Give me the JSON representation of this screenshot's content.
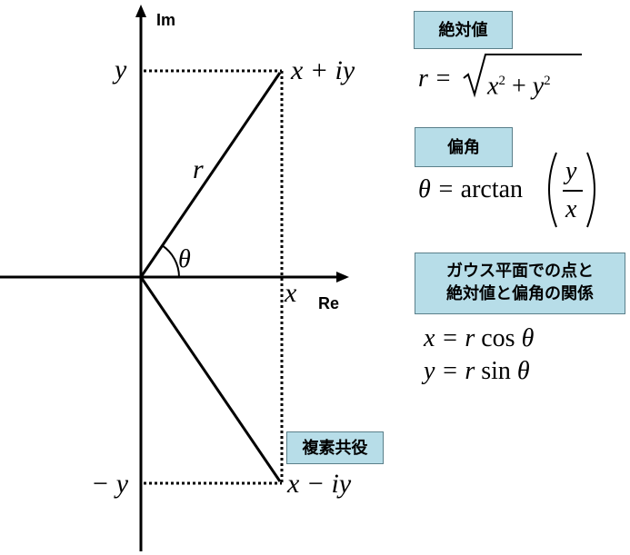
{
  "axes": {
    "real_label": "Re",
    "imag_label": "Im"
  },
  "labels": {
    "y_tick": "y",
    "neg_y_tick": "− y",
    "x_tick": "x",
    "point": "x + iy",
    "conjugate_point": "x − iy",
    "radius": "r",
    "angle": "θ"
  },
  "boxes": {
    "abs_value_title": "絶対値",
    "arg_title": "偏角",
    "gauss_plane_line1": "ガウス平面での点と",
    "gauss_plane_line2": "絶対値と偏角の関係",
    "conjugate_title": "複素共役"
  },
  "formulas": {
    "abs_lhs": "r = ",
    "abs_x": "x",
    "abs_plus": " + ",
    "abs_y": "y",
    "abs_exp": "2",
    "arg_lhs": "θ = ",
    "arg_func": "arctan",
    "arg_num": "y",
    "arg_den": "x",
    "x_relation_lhs": "x = ",
    "x_relation_r": "r",
    "x_relation_func": " cos ",
    "x_relation_theta": "θ",
    "y_relation_lhs": "y = ",
    "y_relation_r": "r",
    "y_relation_func": " sin ",
    "y_relation_theta": "θ"
  }
}
